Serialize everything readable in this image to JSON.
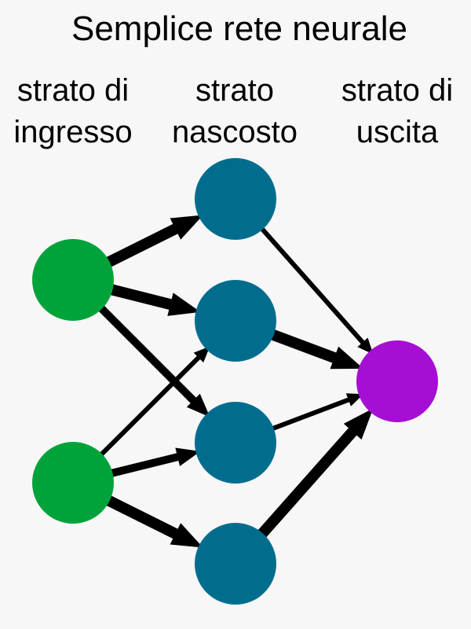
{
  "title": "Semplice rete neurale",
  "layers": [
    {
      "id": "input",
      "label_lines": [
        "strato di",
        "ingresso"
      ],
      "color": "#00a33a"
    },
    {
      "id": "hidden",
      "label_lines": [
        "strato",
        "nascosto"
      ],
      "color": "#006d8f"
    },
    {
      "id": "output",
      "label_lines": [
        "strato di",
        "uscita"
      ],
      "color": "#a50fd3"
    }
  ],
  "nodes": [
    {
      "id": "in1",
      "layer": "input"
    },
    {
      "id": "in2",
      "layer": "input"
    },
    {
      "id": "h1",
      "layer": "hidden"
    },
    {
      "id": "h2",
      "layer": "hidden"
    },
    {
      "id": "h3",
      "layer": "hidden"
    },
    {
      "id": "h4",
      "layer": "hidden"
    },
    {
      "id": "out1",
      "layer": "output"
    }
  ],
  "connections": [
    {
      "from": "in1",
      "to": "h1",
      "weight": "heavy"
    },
    {
      "from": "in1",
      "to": "h2",
      "weight": "heavy"
    },
    {
      "from": "in1",
      "to": "h3",
      "weight": "medium"
    },
    {
      "from": "in2",
      "to": "h2",
      "weight": "light"
    },
    {
      "from": "in2",
      "to": "h3",
      "weight": "medium"
    },
    {
      "from": "in2",
      "to": "h4",
      "weight": "heavy"
    },
    {
      "from": "h1",
      "to": "out1",
      "weight": "light"
    },
    {
      "from": "h2",
      "to": "out1",
      "weight": "heavy"
    },
    {
      "from": "h3",
      "to": "out1",
      "weight": "light"
    },
    {
      "from": "h4",
      "to": "out1",
      "weight": "heavy"
    }
  ],
  "colors": {
    "background": "#f7f7f7",
    "arrow": "#000000",
    "text": "#000000"
  }
}
